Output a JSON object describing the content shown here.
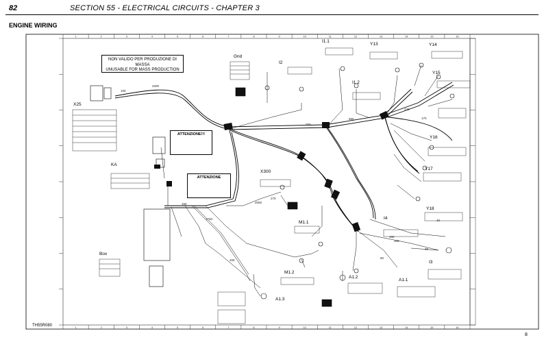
{
  "header": {
    "page_number": "82",
    "section": "SECTION 55 - ELECTRICAL CIRCUITS - CHAPTER 3"
  },
  "subtitle": "ENGINE WIRING",
  "footer": {
    "sheet_code": "TH55R080",
    "page_suffix": "8"
  },
  "notes": {
    "mass_line1": "NON VALIDO PER PRODUZIONE DI MASSA",
    "mass_line2": "UNUSABLE FOR MASS PRODUCTION",
    "attention1": "ATTENZIONE!!!",
    "attention2": "ATTENZIONE"
  },
  "connectors": [
    "Gnd",
    "I2",
    "I1.1",
    "Y13",
    "Y14",
    "Y15",
    "I1.2",
    "Y16",
    "Y17",
    "Y18",
    "X25",
    "KA",
    "X300",
    "I4",
    "M1.1",
    "Box",
    "M1.2",
    "A1.2",
    "A1.1",
    "I3",
    "A1.3"
  ],
  "lengths": [
    "2200",
    "100",
    "250",
    "550",
    "120",
    "170",
    "150",
    "1720",
    "2000",
    "270",
    "40",
    "30",
    "450",
    "300",
    "80",
    "200"
  ]
}
